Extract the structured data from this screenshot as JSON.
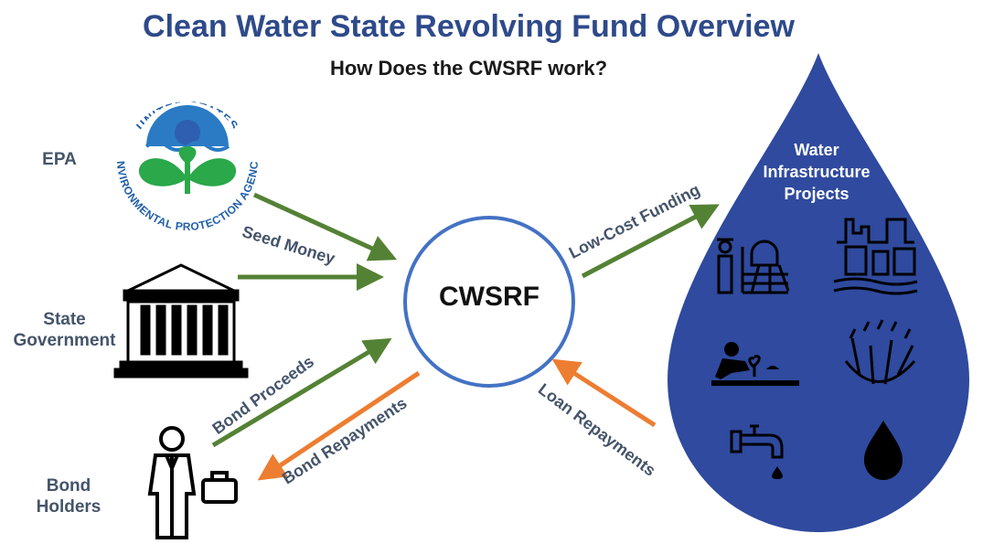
{
  "header": {
    "title": "Clean Water State Revolving Fund Overview",
    "subtitle": "How Does the CWSRF work?"
  },
  "nodes": {
    "epa": "EPA",
    "state_line1": "State",
    "state_line2": "Government",
    "bond_line1": "Bond",
    "bond_line2": "Holders",
    "center": "CWSRF",
    "water_line1": "Water",
    "water_line2": "Infrastructure",
    "water_line3": "Projects"
  },
  "seal": {
    "text_top": "UNITED STATES",
    "text_bottom": "ENVIRONMENTAL PROTECTION AGENCY"
  },
  "flows": {
    "seed_money": "Seed Money",
    "low_cost_funding": "Low-Cost Funding",
    "bond_proceeds": "Bond Proceeds",
    "bond_repayments": "Bond Repayments",
    "loan_repayments": "Loan Repayments"
  },
  "icons": [
    "epa-seal-icon",
    "state-building-icon",
    "bond-holder-person-icon",
    "briefcase-icon",
    "farm-icon",
    "industry-icon",
    "planting-icon",
    "rain-grass-icon",
    "faucet-icon",
    "water-drop-icon"
  ],
  "colors": {
    "title": "#2e4a8a",
    "green_arrow": "#548235",
    "orange_arrow": "#ed7d31",
    "circle": "#4472c4",
    "drop": "#2f4a9e",
    "label": "#44546a"
  }
}
